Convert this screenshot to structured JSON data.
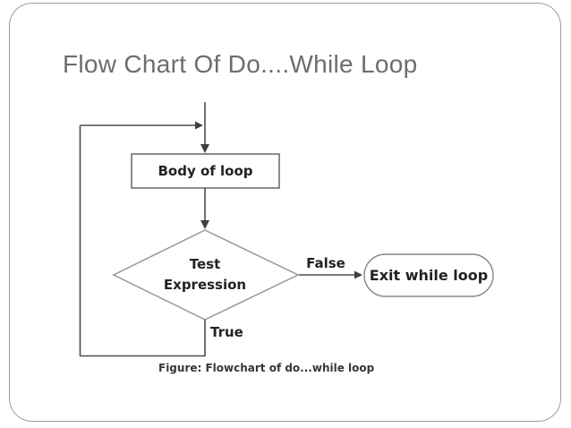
{
  "slide": {
    "title": "Flow Chart Of Do....While Loop"
  },
  "flowchart": {
    "nodes": {
      "body": {
        "type": "process",
        "label": "Body of loop"
      },
      "test": {
        "type": "decision",
        "label_line1": "Test",
        "label_line2": "Expression"
      },
      "exit": {
        "type": "terminator",
        "label": "Exit while loop"
      }
    },
    "edges": {
      "false_label": "False",
      "true_label": "True"
    },
    "caption": "Figure: Flowchart of do...while loop",
    "colors": {
      "connector": "#4d4d4d",
      "process_border": "#5a5a5a",
      "decision_border": "#97999c",
      "terminator_border": "#858585",
      "title_text": "#6d6d6d",
      "node_text": "#222222"
    }
  }
}
